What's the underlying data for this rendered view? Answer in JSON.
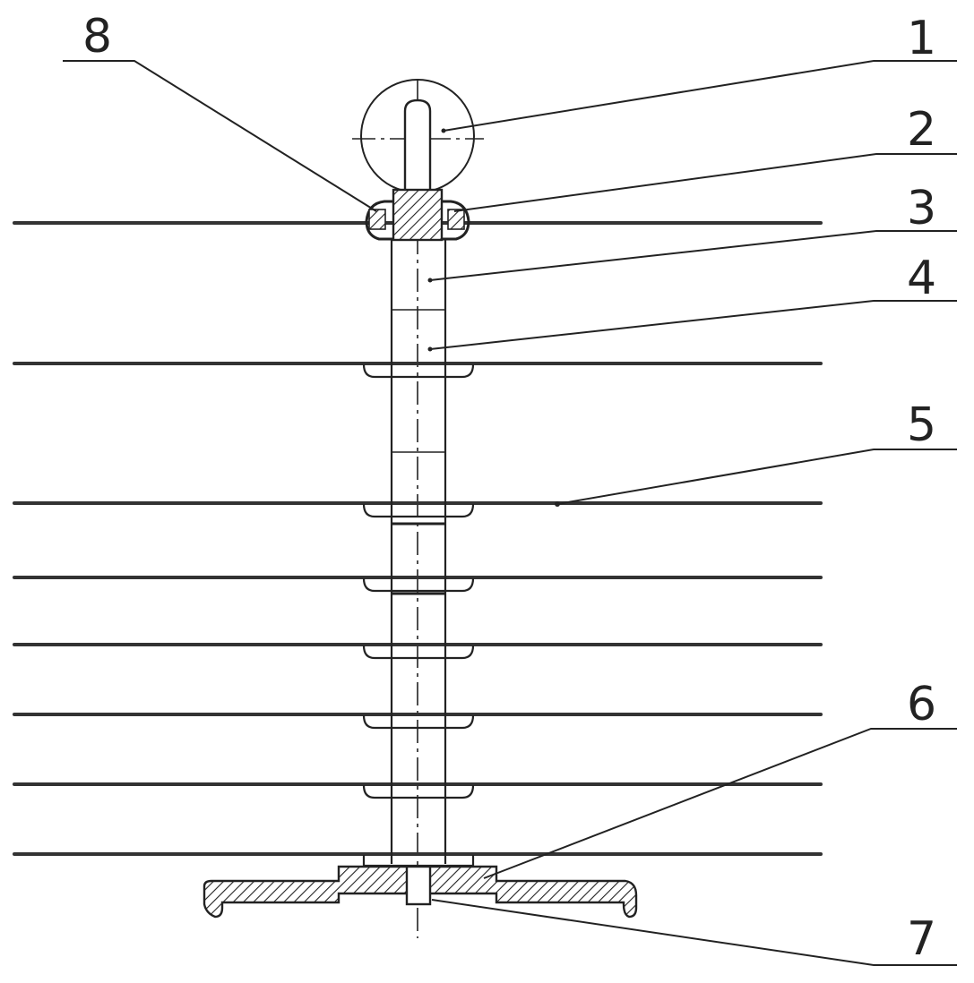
{
  "colors": {
    "ink": "#222222",
    "background": "#ffffff"
  },
  "callouts": {
    "c1": "1",
    "c2": "2",
    "c3": "3",
    "c4": "4",
    "c5": "5",
    "c6": "6",
    "c7": "7",
    "c8": "8"
  }
}
